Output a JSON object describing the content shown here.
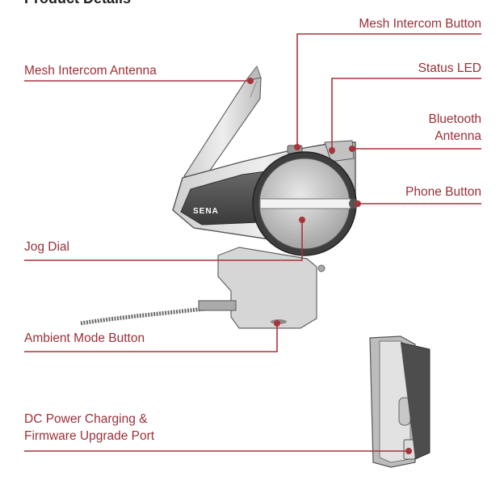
{
  "header": {
    "title": "Product Details"
  },
  "device": {
    "brand": "SENA"
  },
  "callouts": {
    "mesh_intercom_button": "Mesh Intercom Button",
    "mesh_intercom_antenna": "Mesh Intercom Antenna",
    "status_led": "Status LED",
    "bluetooth_antenna_line1": "Bluetooth",
    "bluetooth_antenna_line2": "Antenna",
    "phone_button": "Phone Button",
    "jog_dial": "Jog Dial",
    "ambient_mode_button": "Ambient Mode Button",
    "dc_port_line1": "DC Power Charging &",
    "dc_port_line2": "Firmware Upgrade Port"
  },
  "colors": {
    "accent": "#a8343b",
    "device_light": "#d8d8d8",
    "device_dark": "#4a4a4a"
  }
}
